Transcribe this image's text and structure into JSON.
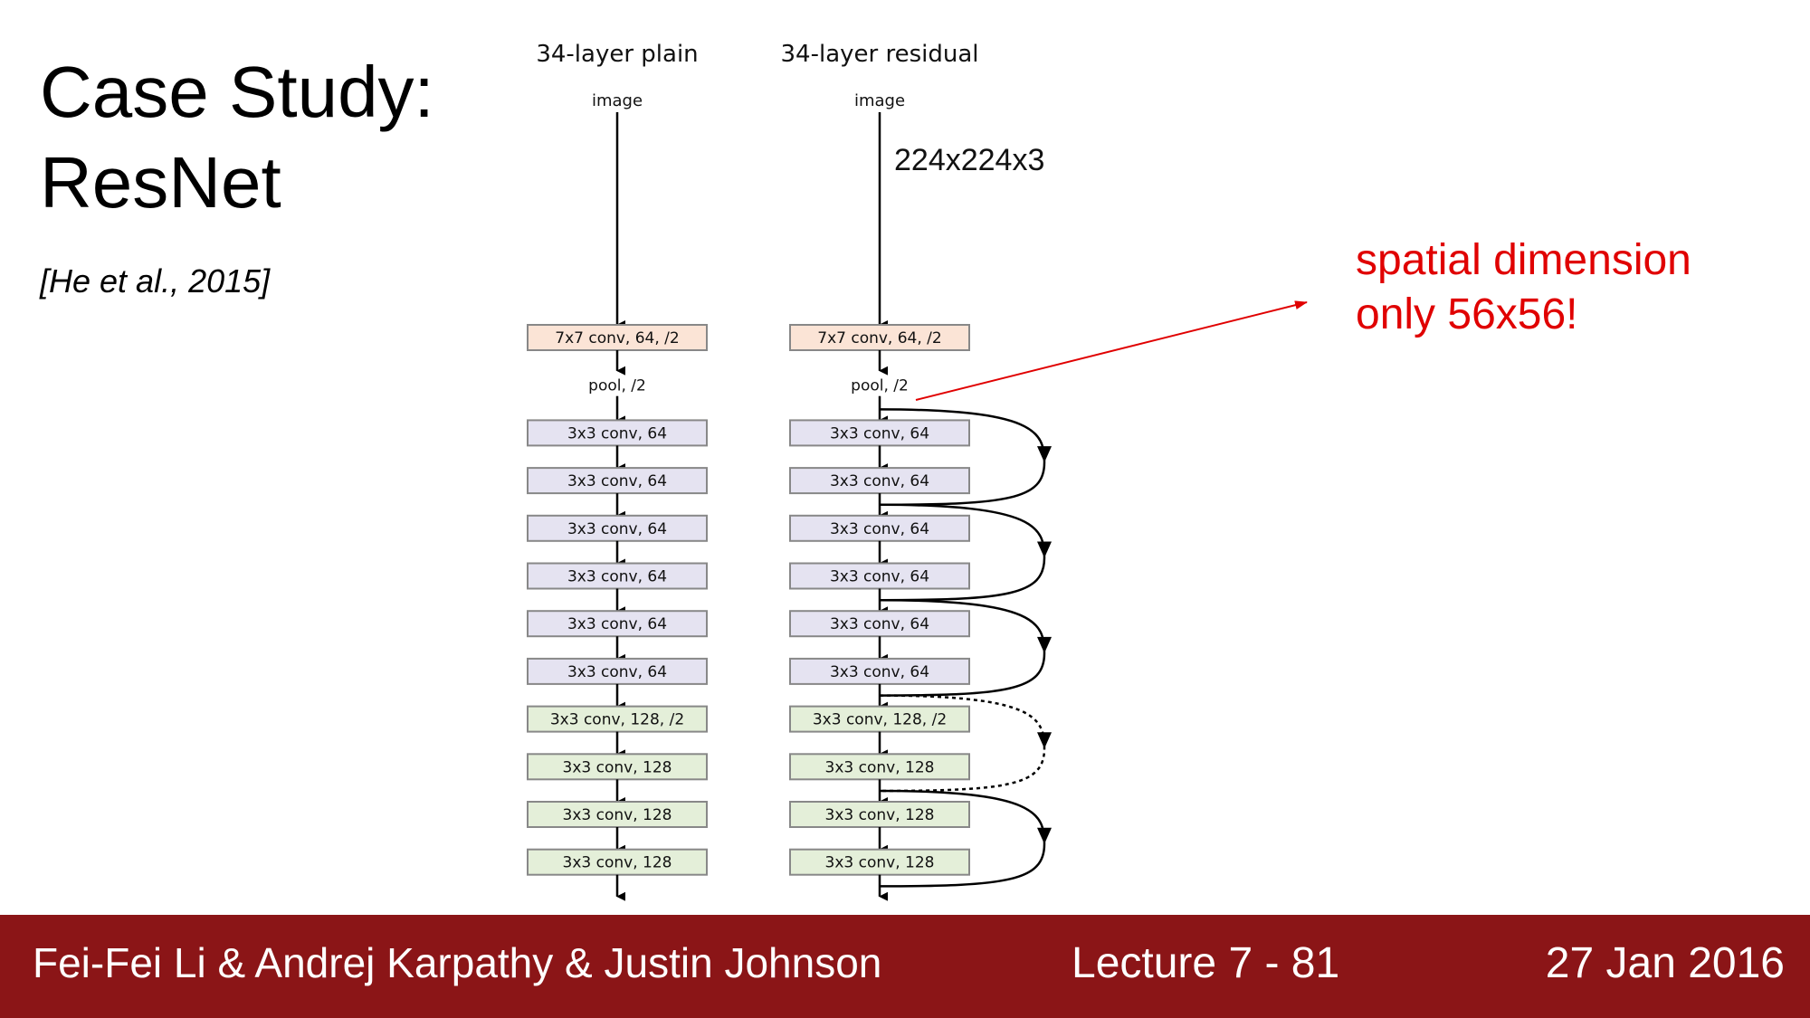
{
  "slide": {
    "title_line1": "Case Study:",
    "title_line2": "ResNet",
    "citation": "[He et al., 2015]",
    "annotation_line1": "spatial dimension",
    "annotation_line2": "only 56x56!",
    "annotation_color": "#e00000"
  },
  "diagram": {
    "plain": {
      "title": "34-layer plain",
      "input": "image",
      "layers": [
        {
          "label": "7x7 conv, 64, /2",
          "color": "#fbe4d6"
        },
        {
          "label": "pool, /2",
          "color": "none"
        },
        {
          "label": "3x3 conv, 64",
          "color": "#e5e3f1"
        },
        {
          "label": "3x3 conv, 64",
          "color": "#e5e3f1"
        },
        {
          "label": "3x3 conv, 64",
          "color": "#e5e3f1"
        },
        {
          "label": "3x3 conv, 64",
          "color": "#e5e3f1"
        },
        {
          "label": "3x3 conv, 64",
          "color": "#e5e3f1"
        },
        {
          "label": "3x3 conv, 64",
          "color": "#e5e3f1"
        },
        {
          "label": "3x3 conv, 128, /2",
          "color": "#e4efd9"
        },
        {
          "label": "3x3 conv, 128",
          "color": "#e4efd9"
        },
        {
          "label": "3x3 conv, 128",
          "color": "#e4efd9"
        },
        {
          "label": "3x3 conv, 128",
          "color": "#e4efd9"
        }
      ]
    },
    "residual": {
      "title": "34-layer residual",
      "input": "image",
      "input_size": "224x224x3",
      "layers": [
        {
          "label": "7x7 conv, 64, /2",
          "color": "#fbe4d6"
        },
        {
          "label": "pool, /2",
          "color": "none"
        },
        {
          "label": "3x3 conv, 64",
          "color": "#e5e3f1"
        },
        {
          "label": "3x3 conv, 64",
          "color": "#e5e3f1"
        },
        {
          "label": "3x3 conv, 64",
          "color": "#e5e3f1"
        },
        {
          "label": "3x3 conv, 64",
          "color": "#e5e3f1"
        },
        {
          "label": "3x3 conv, 64",
          "color": "#e5e3f1"
        },
        {
          "label": "3x3 conv, 64",
          "color": "#e5e3f1"
        },
        {
          "label": "3x3 conv, 128, /2",
          "color": "#e4efd9"
        },
        {
          "label": "3x3 conv, 128",
          "color": "#e4efd9"
        },
        {
          "label": "3x3 conv, 128",
          "color": "#e4efd9"
        },
        {
          "label": "3x3 conv, 128",
          "color": "#e4efd9"
        }
      ],
      "shortcuts": [
        {
          "type": "solid"
        },
        {
          "type": "solid"
        },
        {
          "type": "solid"
        },
        {
          "type": "dotted"
        },
        {
          "type": "solid"
        }
      ]
    }
  },
  "footer": {
    "authors": "Fei-Fei Li & Andrej Karpathy & Justin Johnson",
    "lecture": "Lecture 7 - 81",
    "date": "27 Jan 2016",
    "background": "#8b1517"
  }
}
